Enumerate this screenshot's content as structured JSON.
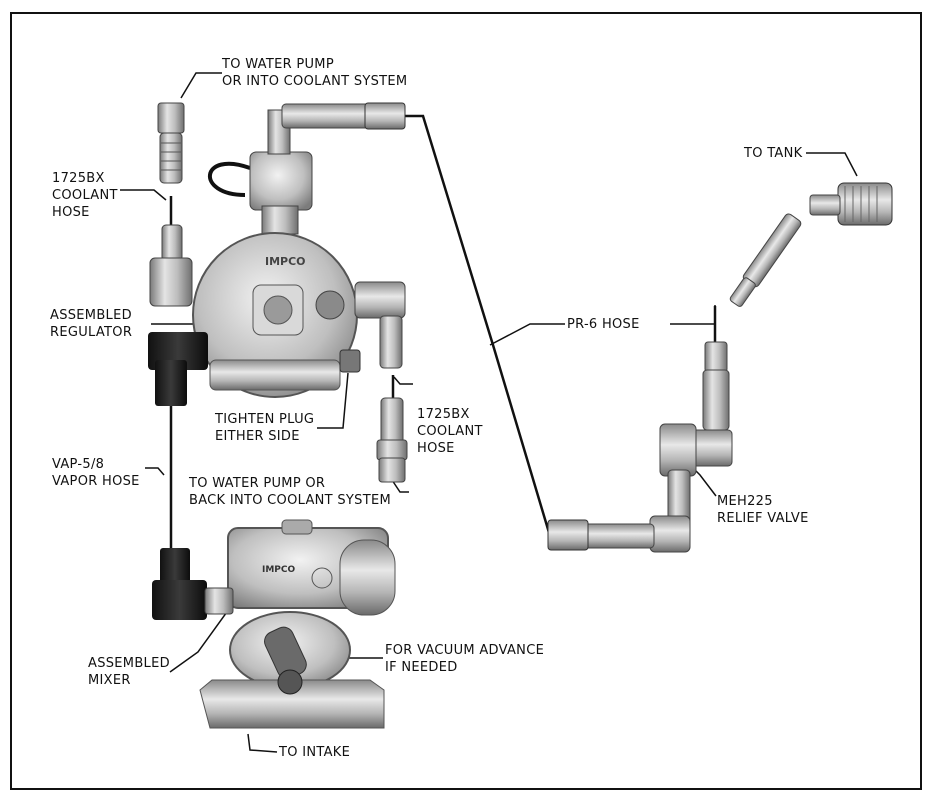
{
  "labels": {
    "water_pump_top": "TO WATER PUMP\nOR INTO COOLANT SYSTEM",
    "coolant_hose_left": "1725BX\nCOOLANT\nHOSE",
    "to_tank": "TO TANK",
    "assembled_regulator": "ASSEMBLED\nREGULATOR",
    "pr6_hose": "PR-6 HOSE",
    "tighten_plug": "TIGHTEN PLUG\nEITHER SIDE",
    "coolant_hose_right": "1725BX\nCOOLANT\nHOSE",
    "vapor_hose": "VAP-5/8\nVAPOR HOSE",
    "water_pump_bottom": "TO WATER PUMP OR\nBACK INTO COOLANT SYSTEM",
    "relief_valve": "MEH225\nRELIEF VALVE",
    "assembled_mixer": "ASSEMBLED\nMIXER",
    "vacuum_advance": "FOR VACUUM ADVANCE\nIF NEEDED",
    "to_intake": "TO INTAKE"
  },
  "markings": {
    "regulator_brand": "IMPCO",
    "mixer_brand": "IMPCO"
  }
}
